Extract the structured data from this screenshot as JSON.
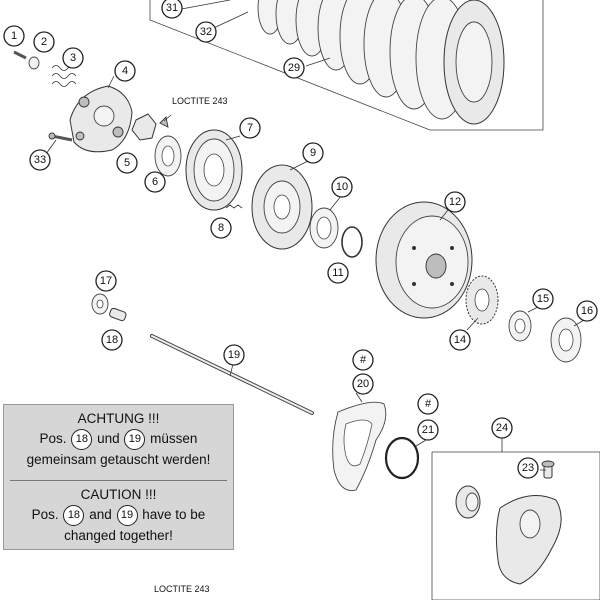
{
  "loctite_labels": {
    "upper": "LOCTITE 243",
    "lower": "LOCTITE 243"
  },
  "callouts": {
    "c1": "1",
    "c2": "2",
    "c3": "3",
    "c4": "4",
    "c5": "5",
    "c6": "6",
    "c7": "7",
    "c8": "8",
    "c9": "9",
    "c10": "10",
    "c11": "11",
    "c12": "12",
    "c14": "14",
    "c15": "15",
    "c16": "16",
    "c17": "17",
    "c18": "18",
    "c19": "19",
    "c20": "20",
    "c21": "21",
    "c23": "23",
    "c24": "24",
    "c29": "29",
    "c31": "31",
    "c32": "32",
    "c33": "33",
    "hash20": "#",
    "hash21": "#"
  },
  "notice": {
    "de_title": "ACHTUNG !!!",
    "de_line1_pre": "Pos.",
    "de_ref_a": "18",
    "de_line1_mid": "und",
    "de_ref_b": "19",
    "de_line1_post": "müssen",
    "de_line2": "gemeinsam getauscht werden!",
    "en_title": "CAUTION !!!",
    "en_line1_pre": "Pos.",
    "en_ref_a": "18",
    "en_line1_mid": "and",
    "en_ref_b": "19",
    "en_line1_post": "have to be",
    "en_line2": "changed together!"
  }
}
